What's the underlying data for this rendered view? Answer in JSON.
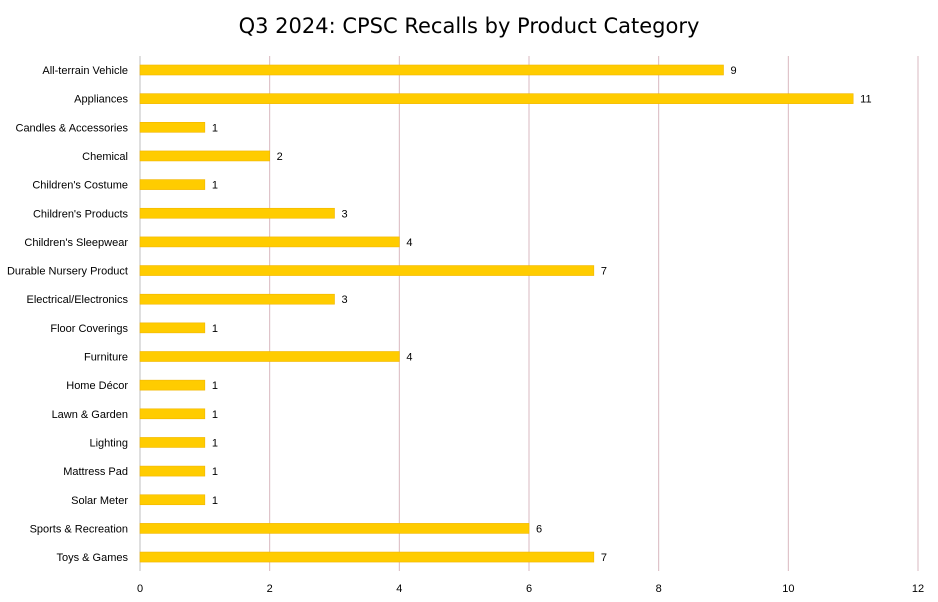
{
  "chart_data": {
    "type": "bar",
    "orientation": "horizontal",
    "title": "Q3 2024: CPSC Recalls by Product Category",
    "xlabel": "",
    "ylabel": "",
    "categories": [
      "All-terrain Vehicle",
      "Appliances",
      "Candles & Accessories",
      "Chemical",
      "Children's Costume",
      "Children's Products",
      "Children's Sleepwear",
      "Durable Nursery Product",
      "Electrical/Electronics",
      "Floor Coverings",
      "Furniture",
      "Home Décor",
      "Lawn & Garden",
      "Lighting",
      "Mattress Pad",
      "Solar Meter",
      "Sports & Recreation",
      "Toys & Games"
    ],
    "values": [
      9,
      11,
      1,
      2,
      1,
      3,
      4,
      7,
      3,
      1,
      4,
      1,
      1,
      1,
      1,
      1,
      6,
      7
    ],
    "xlim": [
      0,
      12
    ],
    "x_ticks": [
      0,
      2,
      4,
      6,
      8,
      10,
      12
    ],
    "data_labels": true,
    "grid": "vertical",
    "legend": "none",
    "colors": {
      "bar": "#FFCC00",
      "bar_edge": "#F2B600",
      "grid": "#D9B8C0",
      "text": "#000000"
    }
  }
}
